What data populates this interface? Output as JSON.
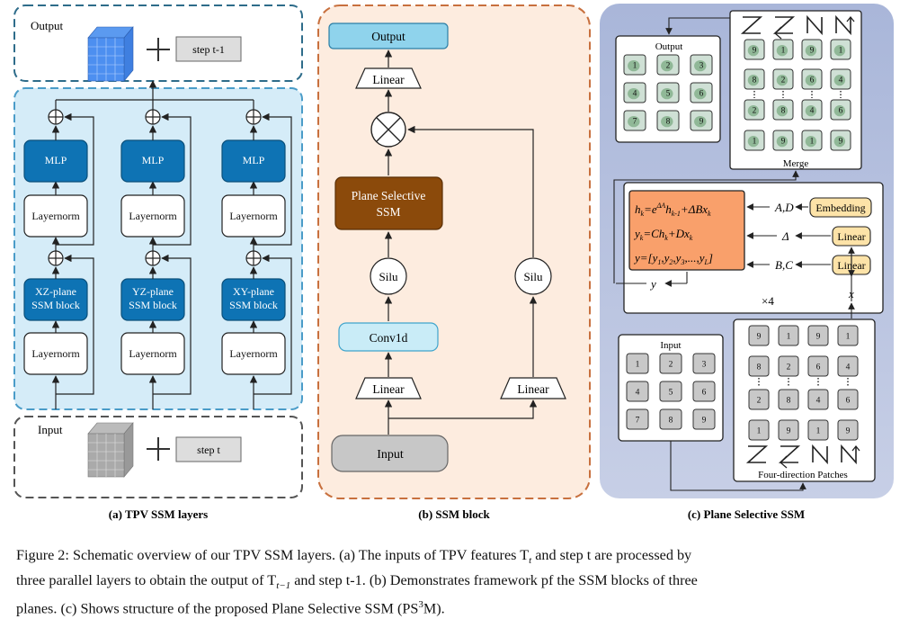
{
  "panel_a": {
    "caption": "(a) TPV SSM layers",
    "output_label": "Output",
    "output_step": "step t-1",
    "input_label": "Input",
    "input_step": "step t",
    "mlp_label": "MLP",
    "layernorm_label": "Layernorm",
    "blocks": [
      {
        "line1": "XZ-plane",
        "line2": "SSM block"
      },
      {
        "line1": "YZ-plane",
        "line2": "SSM block"
      },
      {
        "line1": "XY-plane",
        "line2": "SSM block"
      }
    ]
  },
  "panel_b": {
    "caption": "(b) SSM block",
    "output": "Output",
    "linear": "Linear",
    "plane_ssm_line1": "Plane Selective",
    "plane_ssm_line2": "SSM",
    "silu": "Silu",
    "conv": "Conv1d",
    "input": "Input"
  },
  "panel_c": {
    "caption": "(c) Plane Selective SSM",
    "output_label": "Output",
    "merge_label": "Merge",
    "input_label": "Input",
    "patches_label": "Four-direction Patches",
    "embedding": "Embedding",
    "linear": "Linear",
    "ad_label": "A,D",
    "delta_label": "Δ",
    "bc_label": "B,C",
    "x_label": "x",
    "y_label": "y",
    "repeat_label": "×4",
    "output_grid": [
      "1",
      "2",
      "3",
      "4",
      "5",
      "6",
      "7",
      "8",
      "9"
    ],
    "input_grid": [
      "1",
      "2",
      "3",
      "4",
      "5",
      "6",
      "7",
      "8",
      "9"
    ],
    "merge_rows": [
      [
        "9",
        "1",
        "9",
        "1"
      ],
      [
        "8",
        "2",
        "6",
        "4"
      ],
      [
        "2",
        "8",
        "4",
        "6"
      ],
      [
        "1",
        "9",
        "1",
        "9"
      ]
    ],
    "patch_rows": [
      [
        "9",
        "1",
        "9",
        "1"
      ],
      [
        "8",
        "2",
        "6",
        "4"
      ],
      [
        "2",
        "8",
        "4",
        "6"
      ],
      [
        "1",
        "9",
        "1",
        "9"
      ]
    ]
  },
  "caption": {
    "line1": "Figure 2: Schematic overview of our TPV SSM layers. (a) The inputs of TPV features T",
    "line1_sub": "t",
    "line1_rest": " and step t are processed by",
    "line2": "three parallel layers to obtain the output of T",
    "line2_sub": "t−1",
    "line2_rest": " and step t-1. (b) Demonstrates framework pf the SSM blocks of three",
    "line3": "planes. (c) Shows structure of the proposed Plane Selective SSM (PS",
    "line3_sup": "3",
    "line3_rest": "M)."
  },
  "colors": {
    "panel_a_bg": "#d5ecf8",
    "panel_b_bg": "#fdecdf",
    "panel_b_border": "#c8703e",
    "panel_c_bg": "#b4bfdc",
    "block_blue": "#0e73b4",
    "output_cyan": "#8fd3ec",
    "ssm_brown": "#8b4a0b",
    "formula_orange": "#f9a06b",
    "embedding": "#fde3a8"
  }
}
